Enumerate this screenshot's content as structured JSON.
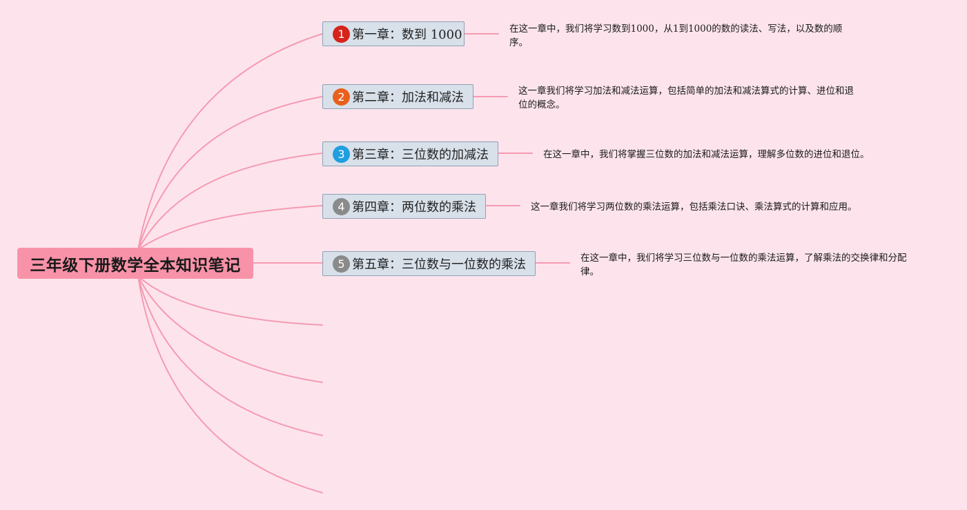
{
  "root": {
    "title": "三年级下册数学全本知识笔记"
  },
  "colors": {
    "background": "#fde4ec",
    "branch_line": "#f59ab3",
    "root_fill": "#f892a8"
  },
  "chapters": [
    {
      "number": "1",
      "badge_color": "#d6241b",
      "title": "第一章：数到 1000",
      "desc": "在这一章中，我们将学习数到1000，从1到1000的数的读法、写法，以及数的顺序。"
    },
    {
      "number": "2",
      "badge_color": "#e8601c",
      "title": "第二章：加法和减法",
      "desc": "这一章我们将学习加法和减法运算，包括简单的加法和减法算式的计算、进位和退位的概念。"
    },
    {
      "number": "3",
      "badge_color": "#1f9ee0",
      "title": "第三章：三位数的加减法",
      "desc": "在这一章中，我们将掌握三位数的加法和减法运算，理解多位数的进位和退位。"
    },
    {
      "number": "4",
      "badge_color": "#8a8a8a",
      "title": "第四章：两位数的乘法",
      "desc": "这一章我们将学习两位数的乘法运算，包括乘法口诀、乘法算式的计算和应用。"
    },
    {
      "number": "5",
      "badge_color": "#8a8a8a",
      "title": "第五章：三位数与一位数的乘法",
      "desc": "在这一章中，我们将学习三位数与一位数的乘法运算，了解乘法的交换律和分配律。"
    }
  ]
}
